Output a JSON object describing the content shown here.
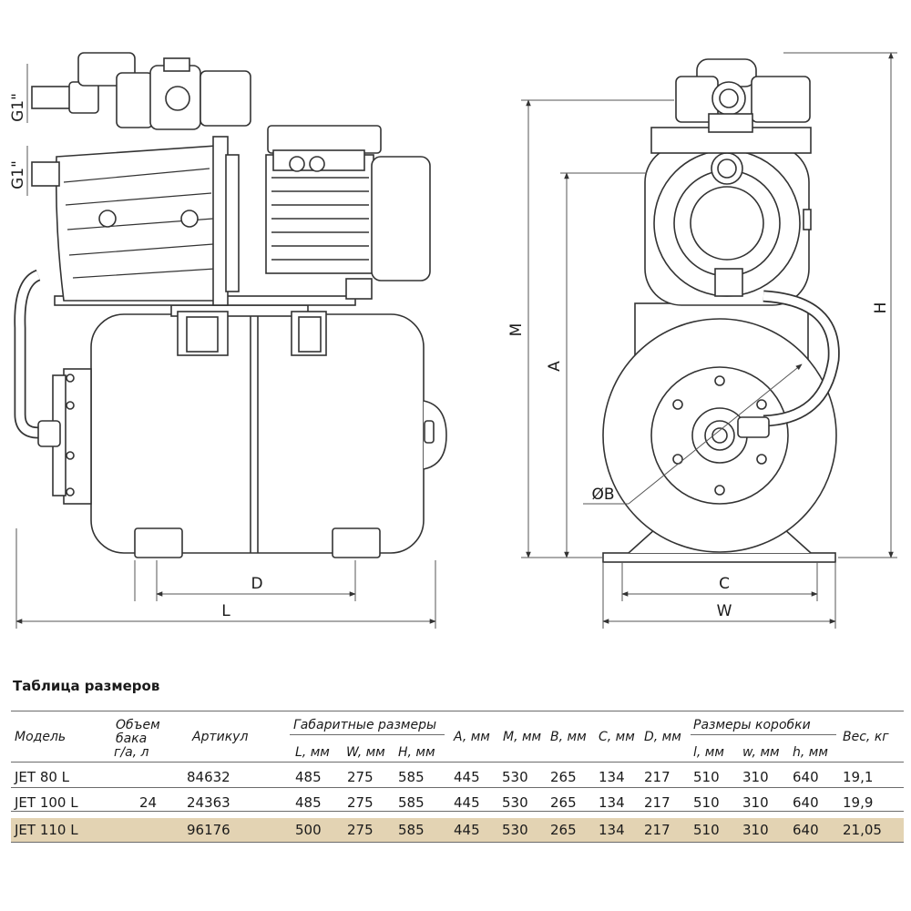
{
  "drawing": {
    "labels": {
      "g1_top": "G1\"",
      "g1_bottom": "G1\"",
      "L": "L",
      "D": "D",
      "M": "M",
      "A": "A",
      "H": "H",
      "B": "ØB",
      "C": "C",
      "W": "W"
    }
  },
  "table": {
    "title": "Таблица размеров",
    "headers": {
      "model": "Модель",
      "tank_l1": "Объем",
      "tank_l2": "бака",
      "tank_l3": "г/а, л",
      "article": "Артикул",
      "overall": "Габаритные размеры",
      "L": "L, мм",
      "W": "W, мм",
      "H": "H, мм",
      "A": "A, мм",
      "M": "M, мм",
      "B": "B, мм",
      "C": "C, мм",
      "D": "D, мм",
      "box": "Размеры коробки",
      "box_l": "l, мм",
      "box_w": "w, мм",
      "box_h": "h, мм",
      "weight": "Вес, кг"
    },
    "tank_volume": "24",
    "highlight_color": "#e3d3b3",
    "rows": [
      {
        "model": "JET 80 L",
        "article": "84632",
        "L": "485",
        "W": "275",
        "H": "585",
        "A": "445",
        "M": "530",
        "B": "265",
        "C": "134",
        "D": "217",
        "bl": "510",
        "bw": "310",
        "bh": "640",
        "weight": "19,1"
      },
      {
        "model": "JET 100 L",
        "article": "24363",
        "L": "485",
        "W": "275",
        "H": "585",
        "A": "445",
        "M": "530",
        "B": "265",
        "C": "134",
        "D": "217",
        "bl": "510",
        "bw": "310",
        "bh": "640",
        "weight": "19,9"
      },
      {
        "model": "JET 110 L",
        "article": "96176",
        "L": "500",
        "W": "275",
        "H": "585",
        "A": "445",
        "M": "530",
        "B": "265",
        "C": "134",
        "D": "217",
        "bl": "510",
        "bw": "310",
        "bh": "640",
        "weight": "21,05"
      }
    ]
  }
}
